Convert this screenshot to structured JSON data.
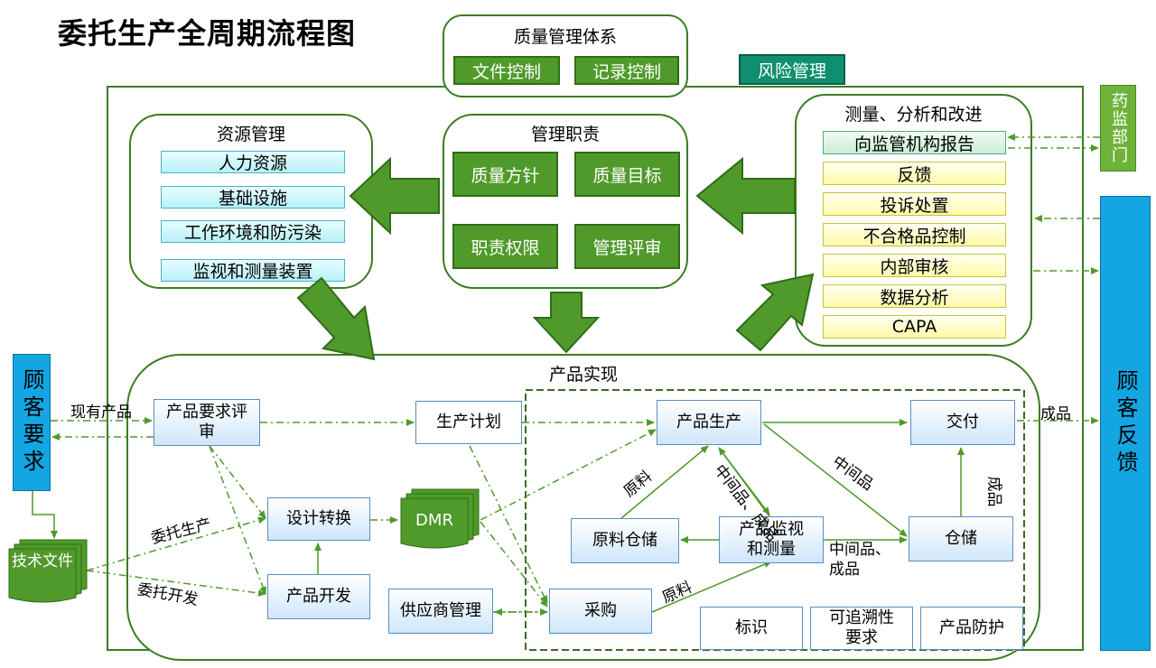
{
  "title": "委托生产全周期流程图",
  "quality_system": {
    "header": "质量管理体系",
    "file_control": "文件控制",
    "record_control": "记录控制"
  },
  "risk_management": "风险管理",
  "resource_management": {
    "header": "资源管理",
    "items": [
      "人力资源",
      "基础设施",
      "工作环境和防污染",
      "监视和测量装置"
    ]
  },
  "management_duties": {
    "header": "管理职责",
    "items": [
      "质量方针",
      "质量目标",
      "职责权限",
      "管理评审"
    ]
  },
  "measurement": {
    "header": "测量、分析和改进",
    "report": "向监管机构报告",
    "items": [
      "反馈",
      "投诉处置",
      "不合格品控制",
      "内部审核",
      "数据分析",
      "CAPA"
    ]
  },
  "regulator": "药监部门",
  "customer_requirement": "顾客要求",
  "customer_feedback": "顾客反馈",
  "tech_files": "技术文件",
  "product_realization": {
    "header": "产品实现",
    "req_review": "产品要求评审",
    "production_plan": "生产计划",
    "design_transfer": "设计转换",
    "dmr": "DMR",
    "product_dev": "产品开发",
    "supplier_mgmt": "供应商管理",
    "purchasing": "采购",
    "production": "产品生产",
    "delivery": "交付",
    "raw_storage": "原料仓储",
    "monitoring": "产品监视和测量",
    "warehouse": "仓储",
    "identification": "标识",
    "traceability": "可追溯性要求",
    "protection": "产品防护"
  },
  "labels": {
    "existing_product": "现有产品",
    "entrust_production": "委托生产",
    "entrust_development": "委托开发",
    "raw_material_1": "原料",
    "raw_material_2": "原料",
    "intermediate_finished_1": "中间品、成品",
    "intermediate_1": "中间品",
    "intermediate_finished_2": "中间品、成品",
    "finished_1": "成品",
    "finished_2": "成品"
  },
  "colors": {
    "green": "#4f9a2a",
    "dark_green": "#3a7d22",
    "teal": "#0f8f6f",
    "blue": "#13a6e3"
  }
}
